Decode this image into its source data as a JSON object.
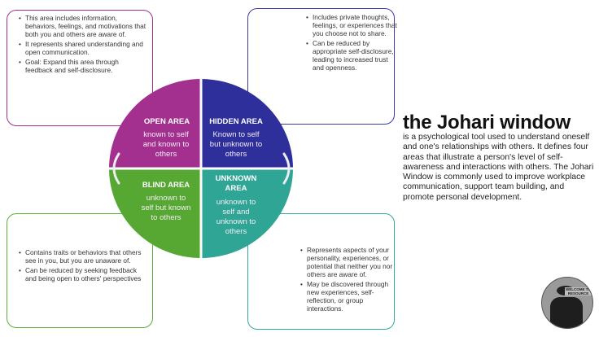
{
  "colors": {
    "open": "#a3308f",
    "hidden": "#2f2f9c",
    "blind": "#56a833",
    "unknown": "#2fa595",
    "divider": "#ffffff"
  },
  "quadrants": {
    "open": {
      "title": "OPEN AREA",
      "lines": [
        "known to self",
        "and known to",
        "others"
      ]
    },
    "hidden": {
      "title": "HIDDEN AREA",
      "lines": [
        "Known to self",
        "but unknown to",
        "others"
      ]
    },
    "blind": {
      "title": "BLIND AREA",
      "lines": [
        "unknown to",
        "self but known",
        "to others"
      ]
    },
    "unknown": {
      "title_lines": [
        "UNKNOWN",
        "AREA"
      ],
      "lines": [
        "unknown to",
        "self and",
        "unknown to",
        "others"
      ]
    }
  },
  "boxes": {
    "open": [
      "This area includes information, behaviors, feelings, and motivations that both you and others are aware of.",
      "It represents shared understanding and open communication.",
      "Goal: Expand this area through feedback and self-disclosure."
    ],
    "hidden": [
      "Includes private thoughts, feelings, or experiences that you choose not to share.",
      "Can be reduced by appropriate self-disclosure, leading to increased trust and openness."
    ],
    "blind": [
      "Contains traits or behaviors that others see in you, but you are unaware of.",
      "Can be reduced by seeking feedback and being open to others' perspectives"
    ],
    "unknown": [
      "Represents aspects of your personality, experiences, or potential that neither you nor others are aware of.",
      "May be discovered through new experiences, self-reflection, or group interactions."
    ]
  },
  "heading": {
    "title": "the Johari window",
    "description": "is a psychological tool used to understand oneself and one's relationships with others. It defines four areas that illustrate a person's level of self-awareness and interactions with others. The Johari Window is commonly used to improve workplace communication, support team building, and promote personal development."
  },
  "avatar": {
    "badge_lines": [
      "WELCOME TO",
      "RESOURCE"
    ]
  }
}
